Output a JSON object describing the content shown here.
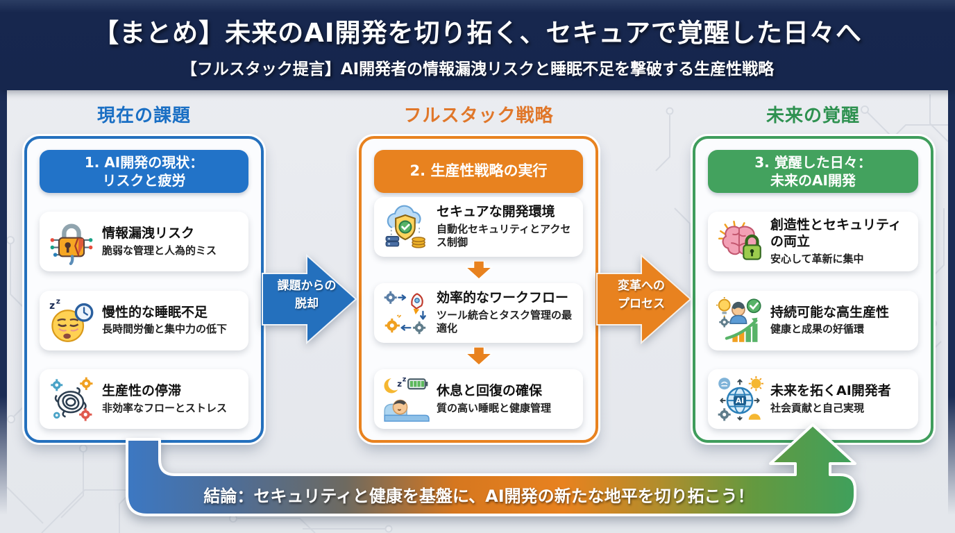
{
  "header": {
    "title": "【まとめ】未来のAI開発を切り拓く、セキュアで覚醒した日々へ",
    "subtitle": "【フルスタック提言】AI開発者の情報漏洩リスクと睡眠不足を撃破する生産性戦略"
  },
  "columns": [
    {
      "heading": "現在の課題",
      "box_title_lines": [
        "1. AI開発の現状：",
        "リスクと疲労"
      ],
      "cards": [
        {
          "icon": "broken-lock",
          "title": "情報漏洩リスク",
          "desc": "脆弱な管理と人為的ミス"
        },
        {
          "icon": "sleepy-face-clock",
          "title": "慢性的な睡眠不足",
          "desc": "長時間労働と集中力の低下"
        },
        {
          "icon": "tangled-gears",
          "title": "生産性の停滞",
          "desc": "非効率なフローとストレス"
        }
      ]
    },
    {
      "heading": "フルスタック戦略",
      "box_title_lines": [
        "2. 生産性戦略の実行"
      ],
      "cards": [
        {
          "icon": "secure-cloud-shield",
          "title": "セキュアな開発環境",
          "desc": "自動化セキュリティとアクセス制御"
        },
        {
          "icon": "workflow-rocket",
          "title": "効率的なワークフロー",
          "desc": "ツール統合とタスク管理の最適化"
        },
        {
          "icon": "rest-battery",
          "title": "休息と回復の確保",
          "desc": "質の高い睡眠と健康管理"
        }
      ]
    },
    {
      "heading": "未来の覚醒",
      "box_title_lines": [
        "3. 覚醒した日々：",
        "未来のAI開発"
      ],
      "cards": [
        {
          "icon": "brain-lock",
          "title": "創造性とセキュリティの両立",
          "desc": "安心して革新に集中"
        },
        {
          "icon": "sustainable-growth",
          "title": "持続可能な高生産性",
          "desc": "健康と成果の好循環"
        },
        {
          "icon": "global-ai-developer",
          "title": "未来を拓くAI開発者",
          "desc": "社会貢献と自己実現"
        }
      ]
    }
  ],
  "arrows": {
    "left_to_mid": {
      "lines": [
        "課題からの",
        "脱却"
      ]
    },
    "mid_to_right": {
      "lines": [
        "変革への",
        "プロセス"
      ]
    }
  },
  "conclusion": {
    "text": "結論：セキュリティと健康を基盤に、AI開発の新たな地平を切り拓こう！"
  },
  "palette": {
    "header_navy": "#16264d",
    "blue": "#2273c8",
    "blue_border": "#2470bd",
    "orange": "#e8821f",
    "green": "#43a25e",
    "green_border": "#3f9d5c",
    "background": "#e9ebef"
  }
}
